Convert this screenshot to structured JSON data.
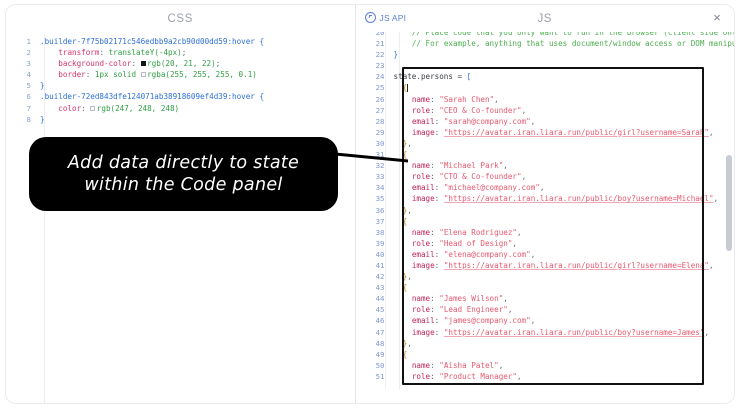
{
  "window": {
    "css_panel": {
      "title": "CSS",
      "lines": [
        {
          "num": "1",
          "tokens": [
            {
              "t": "sel",
              "v": ".builder-7f75b02171c546edbb9a2cb90d00dd59:hover "
            },
            {
              "t": "brack",
              "v": "{"
            }
          ]
        },
        {
          "num": "2",
          "tokens": [
            {
              "t": "pad",
              "v": "    "
            },
            {
              "t": "prop",
              "v": "transform"
            },
            {
              "t": "punct",
              "v": ": "
            },
            {
              "t": "val",
              "v": "translateY(-4px)"
            },
            {
              "t": "punct",
              "v": ";"
            }
          ]
        },
        {
          "num": "3",
          "tokens": [
            {
              "t": "pad",
              "v": "    "
            },
            {
              "t": "prop",
              "v": "background-color"
            },
            {
              "t": "punct",
              "v": ": "
            },
            {
              "t": "swatch-dark",
              "v": ""
            },
            {
              "t": "val",
              "v": "rgb(20, 21, 22)"
            },
            {
              "t": "punct",
              "v": ";"
            }
          ]
        },
        {
          "num": "4",
          "tokens": [
            {
              "t": "pad",
              "v": "    "
            },
            {
              "t": "prop",
              "v": "border"
            },
            {
              "t": "punct",
              "v": ": "
            },
            {
              "t": "val",
              "v": "1px solid "
            },
            {
              "t": "swatch-light",
              "v": ""
            },
            {
              "t": "val",
              "v": "rgba(255, 255, 255, 0.1)"
            }
          ]
        },
        {
          "num": "5",
          "tokens": [
            {
              "t": "brack",
              "v": "}"
            }
          ]
        },
        {
          "num": "6",
          "tokens": [
            {
              "t": "sel",
              "v": ".builder-72ed843dfe124071ab38918609ef4d39:hover "
            },
            {
              "t": "brack",
              "v": "{"
            }
          ]
        },
        {
          "num": "7",
          "tokens": [
            {
              "t": "pad",
              "v": "    "
            },
            {
              "t": "prop",
              "v": "color"
            },
            {
              "t": "punct",
              "v": ": "
            },
            {
              "t": "swatch-offwhite",
              "v": ""
            },
            {
              "t": "val",
              "v": "rgb(247, 248, 248)"
            }
          ]
        },
        {
          "num": "8",
          "tokens": [
            {
              "t": "brack",
              "v": "}"
            }
          ]
        }
      ]
    },
    "js_panel": {
      "title": "JS",
      "api_link_label": "JS API",
      "api_link_icon": "help-circle-icon",
      "close_label": "×",
      "lines": [
        {
          "num": "20",
          "tokens": [
            {
              "t": "pad",
              "v": "    "
            },
            {
              "t": "comment",
              "v": "// Place code that you only want to run in the browser (client side only)"
            }
          ]
        },
        {
          "num": "21",
          "tokens": [
            {
              "t": "pad",
              "v": "    "
            },
            {
              "t": "comment",
              "v": "// For example, anything that uses document/window access or DOM manipul"
            }
          ]
        },
        {
          "num": "22",
          "tokens": [
            {
              "t": "brack",
              "v": "}"
            }
          ]
        },
        {
          "num": "23",
          "tokens": []
        },
        {
          "num": "24",
          "tokens": [
            {
              "t": "plain",
              "v": "state.persons = "
            },
            {
              "t": "brack",
              "v": "["
            }
          ]
        },
        {
          "num": "25",
          "tokens": [
            {
              "t": "pad",
              "v": "  "
            },
            {
              "t": "obj",
              "v": "{"
            },
            {
              "t": "caret",
              "v": ""
            }
          ]
        },
        {
          "num": "26",
          "tokens": [
            {
              "t": "pad",
              "v": "    "
            },
            {
              "t": "key",
              "v": "name"
            },
            {
              "t": "punct",
              "v": ": "
            },
            {
              "t": "str",
              "v": "\"Sarah Chen\""
            },
            {
              "t": "punct",
              "v": ","
            }
          ]
        },
        {
          "num": "27",
          "tokens": [
            {
              "t": "pad",
              "v": "    "
            },
            {
              "t": "key",
              "v": "role"
            },
            {
              "t": "punct",
              "v": ": "
            },
            {
              "t": "str",
              "v": "\"CEO & Co-founder\""
            },
            {
              "t": "punct",
              "v": ","
            }
          ]
        },
        {
          "num": "28",
          "tokens": [
            {
              "t": "pad",
              "v": "    "
            },
            {
              "t": "key",
              "v": "email"
            },
            {
              "t": "punct",
              "v": ": "
            },
            {
              "t": "str",
              "v": "\"sarah@company.com\""
            },
            {
              "t": "punct",
              "v": ","
            }
          ]
        },
        {
          "num": "29",
          "tokens": [
            {
              "t": "pad",
              "v": "    "
            },
            {
              "t": "key",
              "v": "image"
            },
            {
              "t": "punct",
              "v": ": "
            },
            {
              "t": "link",
              "v": "\"https://avatar.iran.liara.run/public/girl?username=Sarah\""
            },
            {
              "t": "punct",
              "v": ","
            }
          ]
        },
        {
          "num": "30",
          "tokens": [
            {
              "t": "pad",
              "v": "  "
            },
            {
              "t": "obj",
              "v": "}"
            },
            {
              "t": "punct",
              "v": ","
            }
          ]
        },
        {
          "num": "31",
          "tokens": [
            {
              "t": "pad",
              "v": "  "
            },
            {
              "t": "obj",
              "v": "{"
            }
          ]
        },
        {
          "num": "32",
          "tokens": [
            {
              "t": "pad",
              "v": "    "
            },
            {
              "t": "key",
              "v": "name"
            },
            {
              "t": "punct",
              "v": ": "
            },
            {
              "t": "str",
              "v": "\"Michael Park\""
            },
            {
              "t": "punct",
              "v": ","
            }
          ]
        },
        {
          "num": "33",
          "tokens": [
            {
              "t": "pad",
              "v": "    "
            },
            {
              "t": "key",
              "v": "role"
            },
            {
              "t": "punct",
              "v": ": "
            },
            {
              "t": "str",
              "v": "\"CTO & Co-founder\""
            },
            {
              "t": "punct",
              "v": ","
            }
          ]
        },
        {
          "num": "34",
          "tokens": [
            {
              "t": "pad",
              "v": "    "
            },
            {
              "t": "key",
              "v": "email"
            },
            {
              "t": "punct",
              "v": ": "
            },
            {
              "t": "str",
              "v": "\"michael@company.com\""
            },
            {
              "t": "punct",
              "v": ","
            }
          ]
        },
        {
          "num": "35",
          "tokens": [
            {
              "t": "pad",
              "v": "    "
            },
            {
              "t": "key",
              "v": "image"
            },
            {
              "t": "punct",
              "v": ": "
            },
            {
              "t": "link",
              "v": "\"https://avatar.iran.liara.run/public/boy?username=Michael\""
            },
            {
              "t": "punct",
              "v": ","
            }
          ]
        },
        {
          "num": "36",
          "tokens": [
            {
              "t": "pad",
              "v": "  "
            },
            {
              "t": "obj",
              "v": "}"
            },
            {
              "t": "punct",
              "v": ","
            }
          ]
        },
        {
          "num": "37",
          "tokens": [
            {
              "t": "pad",
              "v": "  "
            },
            {
              "t": "obj",
              "v": "{"
            }
          ]
        },
        {
          "num": "38",
          "tokens": [
            {
              "t": "pad",
              "v": "    "
            },
            {
              "t": "key",
              "v": "name"
            },
            {
              "t": "punct",
              "v": ": "
            },
            {
              "t": "str",
              "v": "\"Elena Rodriguez\""
            },
            {
              "t": "punct",
              "v": ","
            }
          ]
        },
        {
          "num": "39",
          "tokens": [
            {
              "t": "pad",
              "v": "    "
            },
            {
              "t": "key",
              "v": "role"
            },
            {
              "t": "punct",
              "v": ": "
            },
            {
              "t": "str",
              "v": "\"Head of Design\""
            },
            {
              "t": "punct",
              "v": ","
            }
          ]
        },
        {
          "num": "40",
          "tokens": [
            {
              "t": "pad",
              "v": "    "
            },
            {
              "t": "key",
              "v": "email"
            },
            {
              "t": "punct",
              "v": ": "
            },
            {
              "t": "str",
              "v": "\"elena@company.com\""
            },
            {
              "t": "punct",
              "v": ","
            }
          ]
        },
        {
          "num": "41",
          "tokens": [
            {
              "t": "pad",
              "v": "    "
            },
            {
              "t": "key",
              "v": "image"
            },
            {
              "t": "punct",
              "v": ": "
            },
            {
              "t": "link",
              "v": "\"https://avatar.iran.liara.run/public/girl?username=Elena\""
            },
            {
              "t": "punct",
              "v": ","
            }
          ]
        },
        {
          "num": "42",
          "tokens": [
            {
              "t": "pad",
              "v": "  "
            },
            {
              "t": "obj",
              "v": "}"
            },
            {
              "t": "punct",
              "v": ","
            }
          ]
        },
        {
          "num": "43",
          "tokens": [
            {
              "t": "pad",
              "v": "  "
            },
            {
              "t": "obj",
              "v": "{"
            }
          ]
        },
        {
          "num": "44",
          "tokens": [
            {
              "t": "pad",
              "v": "    "
            },
            {
              "t": "key",
              "v": "name"
            },
            {
              "t": "punct",
              "v": ": "
            },
            {
              "t": "str",
              "v": "\"James Wilson\""
            },
            {
              "t": "punct",
              "v": ","
            }
          ]
        },
        {
          "num": "45",
          "tokens": [
            {
              "t": "pad",
              "v": "    "
            },
            {
              "t": "key",
              "v": "role"
            },
            {
              "t": "punct",
              "v": ": "
            },
            {
              "t": "str",
              "v": "\"Lead Engineer\""
            },
            {
              "t": "punct",
              "v": ","
            }
          ]
        },
        {
          "num": "46",
          "tokens": [
            {
              "t": "pad",
              "v": "    "
            },
            {
              "t": "key",
              "v": "email"
            },
            {
              "t": "punct",
              "v": ": "
            },
            {
              "t": "str",
              "v": "\"james@company.com\""
            },
            {
              "t": "punct",
              "v": ","
            }
          ]
        },
        {
          "num": "47",
          "tokens": [
            {
              "t": "pad",
              "v": "    "
            },
            {
              "t": "key",
              "v": "image"
            },
            {
              "t": "punct",
              "v": ": "
            },
            {
              "t": "link",
              "v": "\"https://avatar.iran.liara.run/public/boy?username=James\""
            },
            {
              "t": "punct",
              "v": ","
            }
          ]
        },
        {
          "num": "48",
          "tokens": [
            {
              "t": "pad",
              "v": "  "
            },
            {
              "t": "obj",
              "v": "}"
            },
            {
              "t": "punct",
              "v": ","
            }
          ]
        },
        {
          "num": "49",
          "tokens": [
            {
              "t": "pad",
              "v": "  "
            },
            {
              "t": "obj",
              "v": "{"
            }
          ]
        },
        {
          "num": "50",
          "tokens": [
            {
              "t": "pad",
              "v": "    "
            },
            {
              "t": "key",
              "v": "name"
            },
            {
              "t": "punct",
              "v": ": "
            },
            {
              "t": "str",
              "v": "\"Aisha Patel\""
            },
            {
              "t": "punct",
              "v": ","
            }
          ]
        },
        {
          "num": "51",
          "tokens": [
            {
              "t": "pad",
              "v": "    "
            },
            {
              "t": "key",
              "v": "role"
            },
            {
              "t": "punct",
              "v": ": "
            },
            {
              "t": "str",
              "v": "\"Product Manager\""
            },
            {
              "t": "punct",
              "v": ","
            }
          ]
        }
      ]
    }
  },
  "annotation": {
    "callout_text": "Add data directly to state within the Code panel",
    "callout_bg": "#000000",
    "callout_fg": "#ffffff",
    "highlight_color": "#111111"
  },
  "colors": {
    "line_number": "#8aa2d6",
    "selector": "#2e6fd6",
    "property": "#d6336c",
    "value": "#2f9e44",
    "string": "#e8596f",
    "comment": "#4caf50",
    "panel_title": "#9ba0ad",
    "api_link": "#5b7fd4"
  }
}
